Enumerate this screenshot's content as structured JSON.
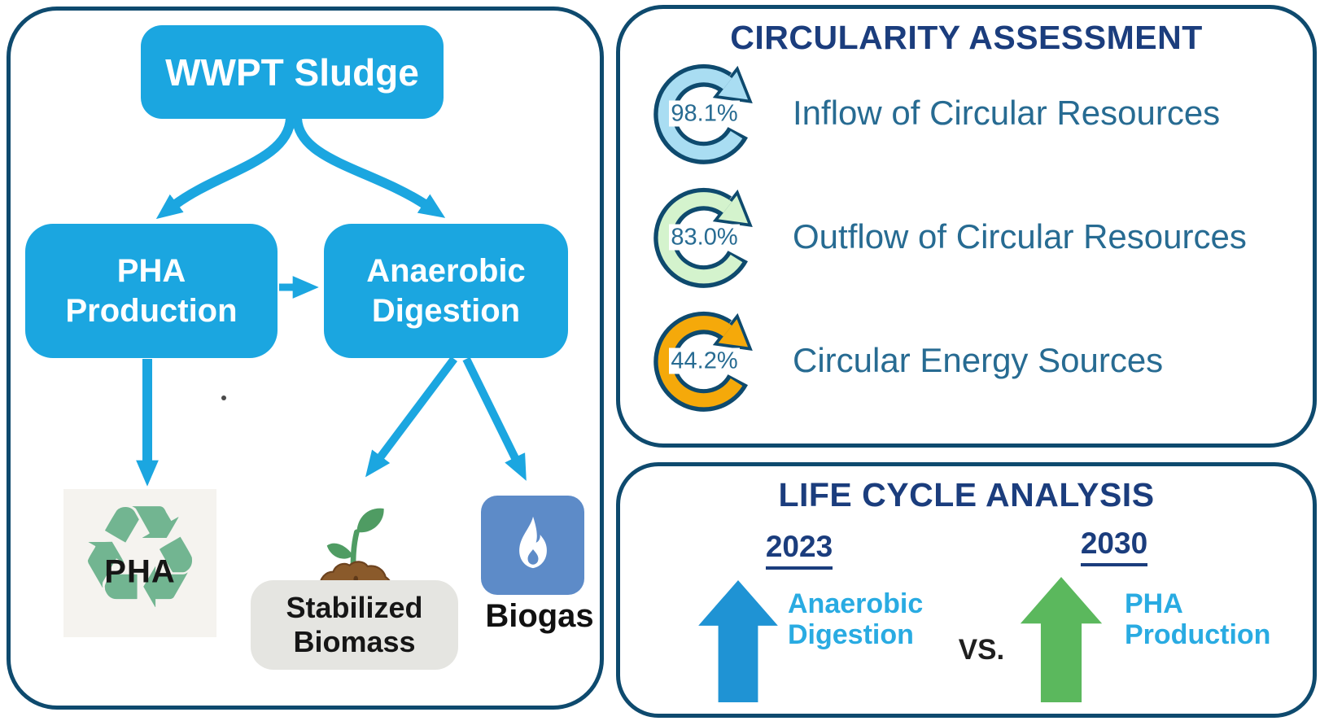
{
  "colors": {
    "panel_border": "#0e4a6e",
    "flow_blue": "#1ba6e0",
    "title_navy": "#1b3d7d",
    "label_teal": "#276b92",
    "icon_outline": "#0e4a6e",
    "recycle_green": "#72b591",
    "plant_green": "#4f9c63",
    "soil_brown": "#8a5a2b",
    "biomass_gray": "#e5e5e1",
    "biogas_blue": "#5d8bc8",
    "lca_label_cyan": "#29abe2"
  },
  "flowchart": {
    "source": "WWPT Sludge",
    "process_left": "PHA Production",
    "process_right": "Anaerobic Digestion",
    "output_pha": "PHA",
    "output_biomass": "Stabilized Biomass",
    "output_biogas": "Biogas"
  },
  "circularity": {
    "title": "CIRCULARITY ASSESSMENT",
    "items": [
      {
        "value": "98.1%",
        "label": "Inflow of Circular Resources",
        "fill": "#a9ddf2"
      },
      {
        "value": "83.0%",
        "label": "Outflow of Circular Resources",
        "fill": "#d4f3cd"
      },
      {
        "value": "44.2%",
        "label": "Circular Energy Sources",
        "fill": "#f5a90a"
      }
    ]
  },
  "lifecycle": {
    "title": "LIFE CYCLE ANALYSIS",
    "versus": "VS.",
    "scenario_2023": {
      "year": "2023",
      "label": "Anaerobic Digestion",
      "arrow": "#1f93d4"
    },
    "scenario_2030": {
      "year": "2030",
      "label": "PHA Production",
      "arrow": "#5bb85d"
    }
  }
}
